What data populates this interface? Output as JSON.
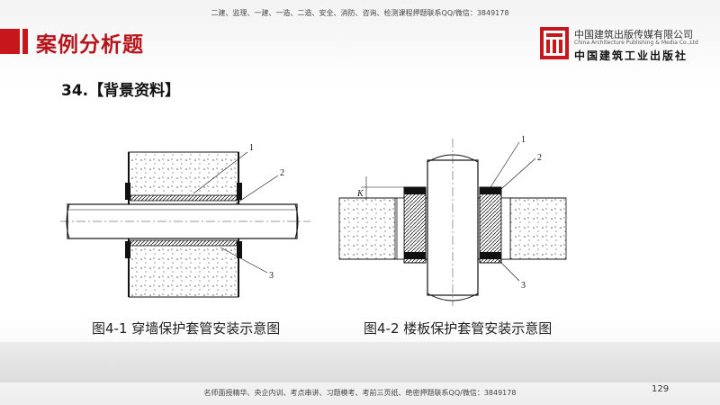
{
  "header": {
    "notice": "二建、监理、一建、一造、二造、安全、消防、咨询、检测课程押题联系QQ/微信：3849178",
    "section_title": "案例分析题"
  },
  "logo": {
    "cn_name": "中国建筑出版传媒有限公司",
    "en_name": "China Architecture Publishing & Media Co.,Ltd",
    "big_name": "中国建筑工业出版社"
  },
  "question": {
    "label": "34.【背景资料】"
  },
  "figures": [
    {
      "caption": "图4-1 穿墙保护套管安装示意图",
      "labels": [
        "1",
        "2",
        "3"
      ]
    },
    {
      "caption": "图4-2 楼板保护套管安装示意图",
      "labels": [
        "1",
        "2",
        "3",
        "K"
      ]
    }
  ],
  "footer": {
    "notice": "名师面授精华、央企内训、考点串讲、习题模考、考前三页纸、绝密押题联系QQ/微信：3849178",
    "page_number": "129"
  },
  "colors": {
    "accent_red": "#c8161d",
    "text": "#222222"
  }
}
